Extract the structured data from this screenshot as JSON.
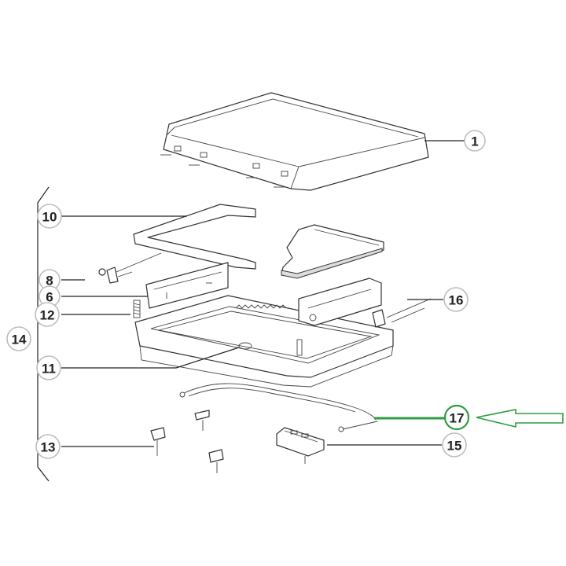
{
  "callouts": {
    "c1": "1",
    "c6": "6",
    "c8": "8",
    "c10": "10",
    "c11": "11",
    "c12": "12",
    "c13": "13",
    "c14": "14",
    "c15": "15",
    "c16": "16",
    "c17": "17"
  },
  "colors": {
    "highlight": "#2e9e3e",
    "line": "#333333",
    "callout_border": "#bdbdbd"
  },
  "highlighted_part": "17"
}
